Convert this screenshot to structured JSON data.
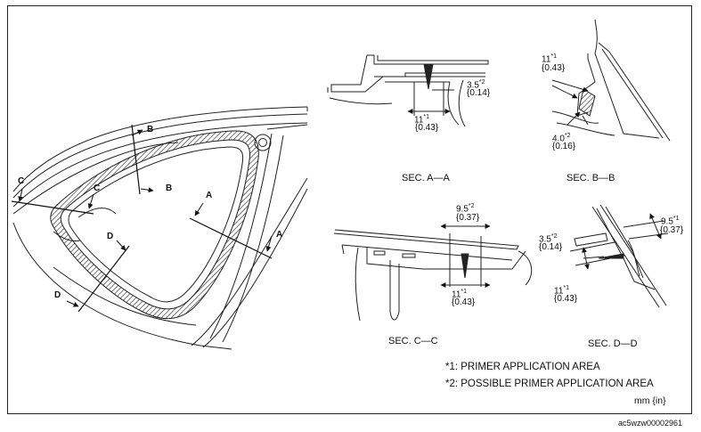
{
  "section_titles": {
    "aa": "SEC. A—A",
    "bb": "SEC. B—B",
    "cc": "SEC. C—C",
    "dd": "SEC. D—D"
  },
  "cut_letters": {
    "b_top": "B",
    "b_mid": "B",
    "a_mid": "A",
    "a_low": "A",
    "c_left": "C",
    "c_mid": "C",
    "d_mid": "D",
    "d_low": "D"
  },
  "dimensions": {
    "aa_11": "11",
    "aa_11_mark": "*1",
    "aa_11_in": "{0.43}",
    "aa_35": "3.5",
    "aa_35_mark": "*2",
    "aa_35_in": "{0.14}",
    "bb_11": "11",
    "bb_11_mark": "*1",
    "bb_11_in": "{0.43}",
    "bb_40": "4.0",
    "bb_40_mark": "*2",
    "bb_40_in": "{0.16}",
    "cc_95": "9.5",
    "cc_95_mark": "*2",
    "cc_95_in": "{0.37}",
    "cc_11": "11",
    "cc_11_mark": "*1",
    "cc_11_in": "{0.43}",
    "dd_35": "3.5",
    "dd_35_mark": "*2",
    "dd_35_in": "{0.14}",
    "dd_95": "9.5",
    "dd_95_mark": "*1",
    "dd_95_in": "{0.37}",
    "dd_11": "11",
    "dd_11_mark": "*1",
    "dd_11_in": "{0.43}"
  },
  "legend": {
    "note1": "*1: PRIMER APPLICATION AREA",
    "note2": "*2: POSSIBLE PRIMER APPLICATION AREA",
    "units": "mm {in}"
  },
  "figure_code": "ac5wzw00002961"
}
